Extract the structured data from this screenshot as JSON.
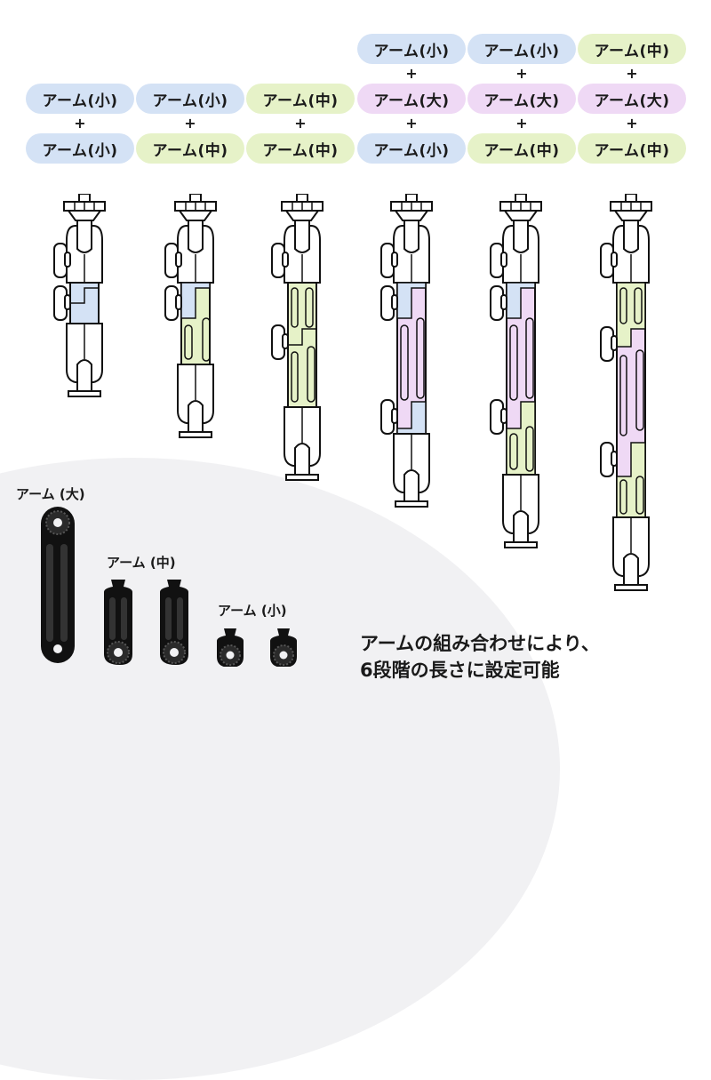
{
  "colors": {
    "small": "#d4e2f5",
    "medium": "#e6f2c8",
    "large": "#efd9f5",
    "background_panel": "#f1f1f3"
  },
  "combinations": [
    {
      "parts": [
        "アーム(小)",
        "アーム(小)"
      ],
      "types": [
        "small",
        "small"
      ]
    },
    {
      "parts": [
        "アーム(小)",
        "アーム(中)"
      ],
      "types": [
        "small",
        "medium"
      ]
    },
    {
      "parts": [
        "アーム(中)",
        "アーム(中)"
      ],
      "types": [
        "medium",
        "medium"
      ]
    },
    {
      "parts": [
        "アーム(小)",
        "アーム(大)",
        "アーム(小)"
      ],
      "types": [
        "small",
        "large",
        "small"
      ]
    },
    {
      "parts": [
        "アーム(小)",
        "アーム(大)",
        "アーム(中)"
      ],
      "types": [
        "small",
        "large",
        "medium"
      ]
    },
    {
      "parts": [
        "アーム(中)",
        "アーム(大)",
        "アーム(中)"
      ],
      "types": [
        "medium",
        "large",
        "medium"
      ]
    }
  ],
  "plus": "+",
  "product_labels": {
    "large": "アーム (大)",
    "medium": "アーム (中)",
    "small": "アーム (小)"
  },
  "caption": {
    "line1": "アームの組み合わせにより、",
    "line2": "6段階の長さに設定可能"
  }
}
